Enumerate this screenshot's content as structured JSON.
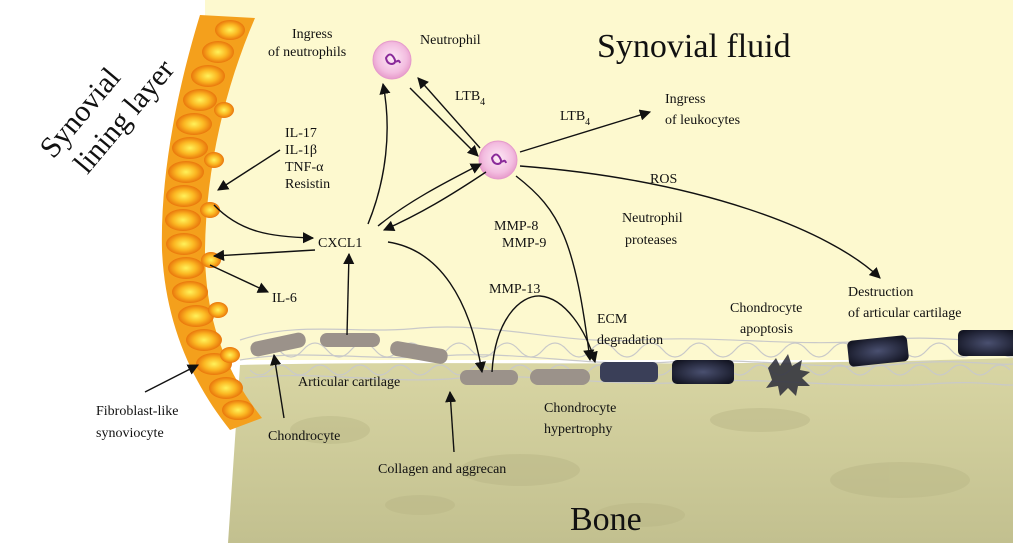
{
  "regions": {
    "synovial_fluid": "Synovial fluid",
    "bone": "Bone",
    "lining_line1": "Synovial",
    "lining_line2": "lining layer"
  },
  "cells": {
    "neutrophil": "Neutrophil",
    "ingress_neutrophils_1": "Ingress",
    "ingress_neutrophils_2": "of neutrophils",
    "fibroblast_1": "Fibroblast-like",
    "fibroblast_2": "synoviocyte",
    "chondrocyte": "Chondrocyte",
    "articular_cartilage": "Articular cartilage",
    "collagen": "Collagen and aggrecan",
    "hypertrophy_1": "Chondrocyte",
    "hypertrophy_2": "hypertrophy"
  },
  "mediators": {
    "ltb4_a_main": "LTB",
    "ltb4_a_sub": "4",
    "ltb4_b_main": "LTB",
    "ltb4_b_sub": "4",
    "cytokine_1": "IL-17",
    "cytokine_2": "IL-1β",
    "cytokine_3": "TNF-α",
    "cytokine_4": "Resistin",
    "cxcl1": "CXCL1",
    "il6": "IL-6",
    "mmp8": "MMP-8",
    "mmp9": "MMP-9",
    "mmp13": "MMP-13",
    "ros": "ROS",
    "protease_1": "Neutrophil",
    "protease_2": "proteases"
  },
  "outcomes": {
    "leukocytes_1": "Ingress",
    "leukocytes_2": "of leukocytes",
    "ecm_1": "ECM",
    "ecm_2": "degradation",
    "apoptosis_1": "Chondrocyte",
    "apoptosis_2": "apoptosis",
    "destruction_1": "Destruction",
    "destruction_2": "of articular cartilage"
  },
  "colors": {
    "synovial_fluid": "#fdf9cf",
    "bone": "#cfcd9a",
    "lining_outer": "#f08a10",
    "lining_inner": "#fde040",
    "neutrophil": "#f1b6dc",
    "neutrophil_nucleus": "#8a2a9a",
    "chondrocyte": "#9b928a",
    "chondrocyte_dark": "#1d1f2e"
  }
}
